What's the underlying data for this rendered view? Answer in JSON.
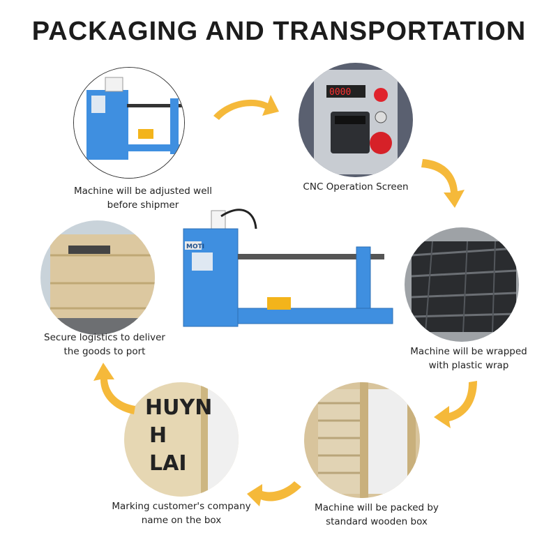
{
  "title": "PACKAGING AND TRANSPORTATION",
  "accent_arrow": "#f5b93a",
  "machine_blue": "#3f8fe0",
  "steps": [
    {
      "caption_l1": "Machine will be adjusted well",
      "caption_l2": "before shipmer"
    },
    {
      "caption_l1": "CNC Operation Screen",
      "caption_l2": ""
    },
    {
      "caption_l1": "Machine will be wrapped",
      "caption_l2": "with plastic wrap"
    },
    {
      "caption_l1": "Machine will  be packed by",
      "caption_l2": "standard wooden box"
    },
    {
      "caption_l1": "Marking customer's company",
      "caption_l2": "name on the box"
    },
    {
      "caption_l1": "Secure logistics to deliver",
      "caption_l2": "the goods to port"
    }
  ],
  "box_marking": {
    "line1": "HUYN",
    "line2": "H",
    "line3": "LAI"
  },
  "machine_logo": "MOTI"
}
